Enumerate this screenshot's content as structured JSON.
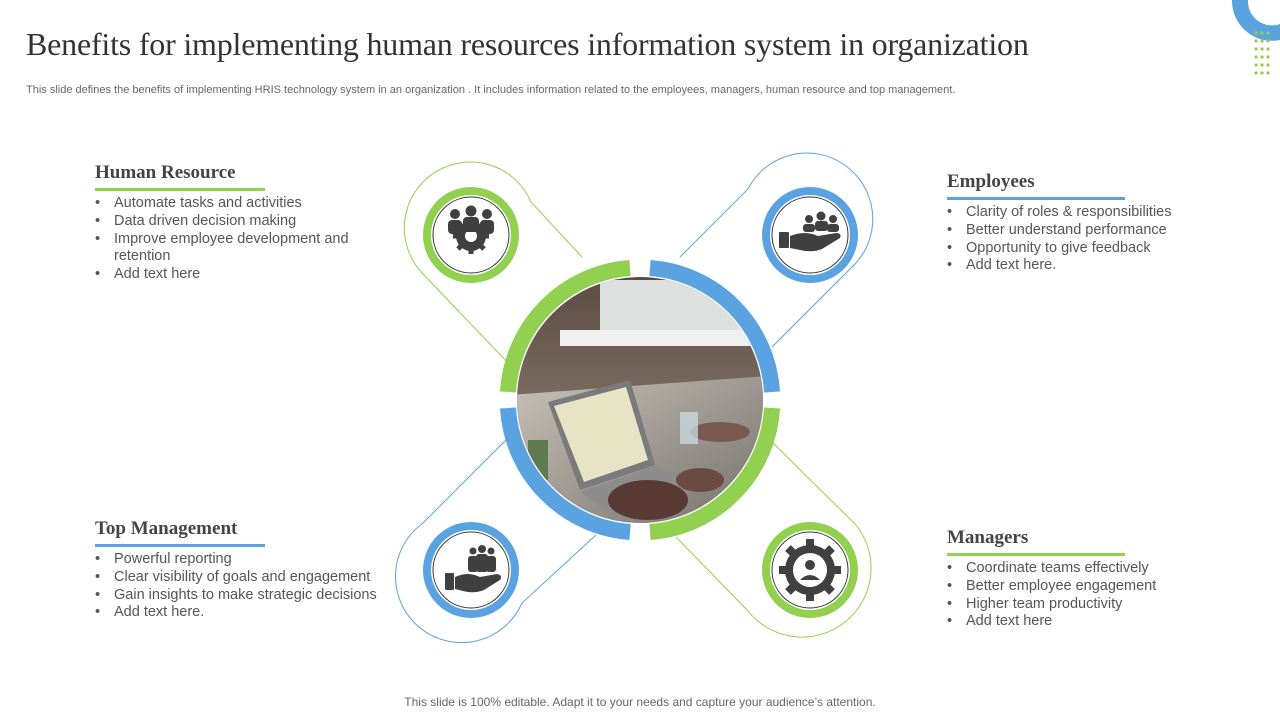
{
  "title": "Benefits for implementing human resources information system in organization",
  "subtitle": "This slide defines the benefits of implementing HRIS technology system in an organization .  It includes information related to the employees, managers, human resource and top management.",
  "footer": "This slide is 100% editable. Adapt it to your needs and capture your audience’s attention.",
  "colors": {
    "green": "#92D050",
    "blue": "#5BA3E0",
    "icon_dark": "#404040"
  },
  "sections": {
    "human_resource": {
      "heading": "Human Resource",
      "accent": "green",
      "icon": "team-gear-icon",
      "items": [
        "Automate tasks and activities",
        "Data driven decision making",
        "Improve employee development and retention",
        "Add text here"
      ]
    },
    "employees": {
      "heading": "Employees",
      "accent": "blue",
      "icon": "hand-team-icon",
      "items": [
        "Clarity of roles & responsibilities",
        "Better understand performance",
        "Opportunity to give feedback",
        "Add text here."
      ]
    },
    "top_management": {
      "heading": "Top Management",
      "accent": "blue",
      "icon": "hand-group-icon",
      "items": [
        "Powerful reporting",
        "Clear visibility of goals and engagement",
        "Gain insights to make strategic decisions",
        "Add text here."
      ]
    },
    "managers": {
      "heading": "Managers",
      "accent": "green",
      "icon": "gear-person-icon",
      "items": [
        "Coordinate teams effectively",
        "Better employee engagement",
        "Higher team productivity",
        "Add text here"
      ]
    }
  },
  "center_image": "laptop-work-photo"
}
